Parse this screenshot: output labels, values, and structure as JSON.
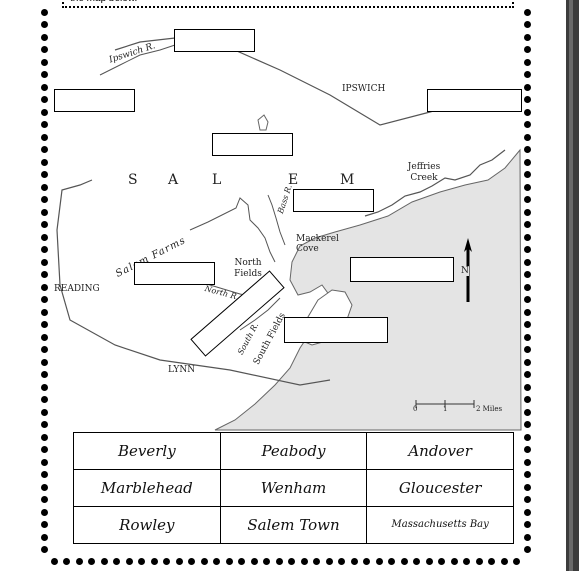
{
  "header": {
    "text": "the map below."
  },
  "map": {
    "labels": {
      "ipswich_river": "Ipswich R.",
      "ipswich": "IPSWICH",
      "salem_letters": [
        "S",
        "A",
        "L",
        "E",
        "M"
      ],
      "jeffries_creek": "Jeffries Creek",
      "bass_river": "Bass R.",
      "salem_farms": "Salem Farms",
      "mackerel_cove": "Mackerel Cove",
      "north_fields": "North Fields",
      "north_river": "North R.",
      "south_river": "South R.",
      "south_fields": "South Fields",
      "reading": "READING",
      "lynn": "LYNN",
      "north_arrow": "N",
      "scale_start": "0",
      "scale_mid": "1",
      "scale_end": "2 Miles"
    },
    "colors": {
      "sea": "#e4e4e4",
      "land": "#ffffff",
      "outline": "#555555"
    }
  },
  "word_bank": {
    "rows": [
      [
        "Beverly",
        "Peabody",
        "Andover"
      ],
      [
        "Marblehead",
        "Wenham",
        "Gloucester"
      ],
      [
        "Rowley",
        "Salem Town",
        "Massachusetts Bay"
      ]
    ]
  }
}
